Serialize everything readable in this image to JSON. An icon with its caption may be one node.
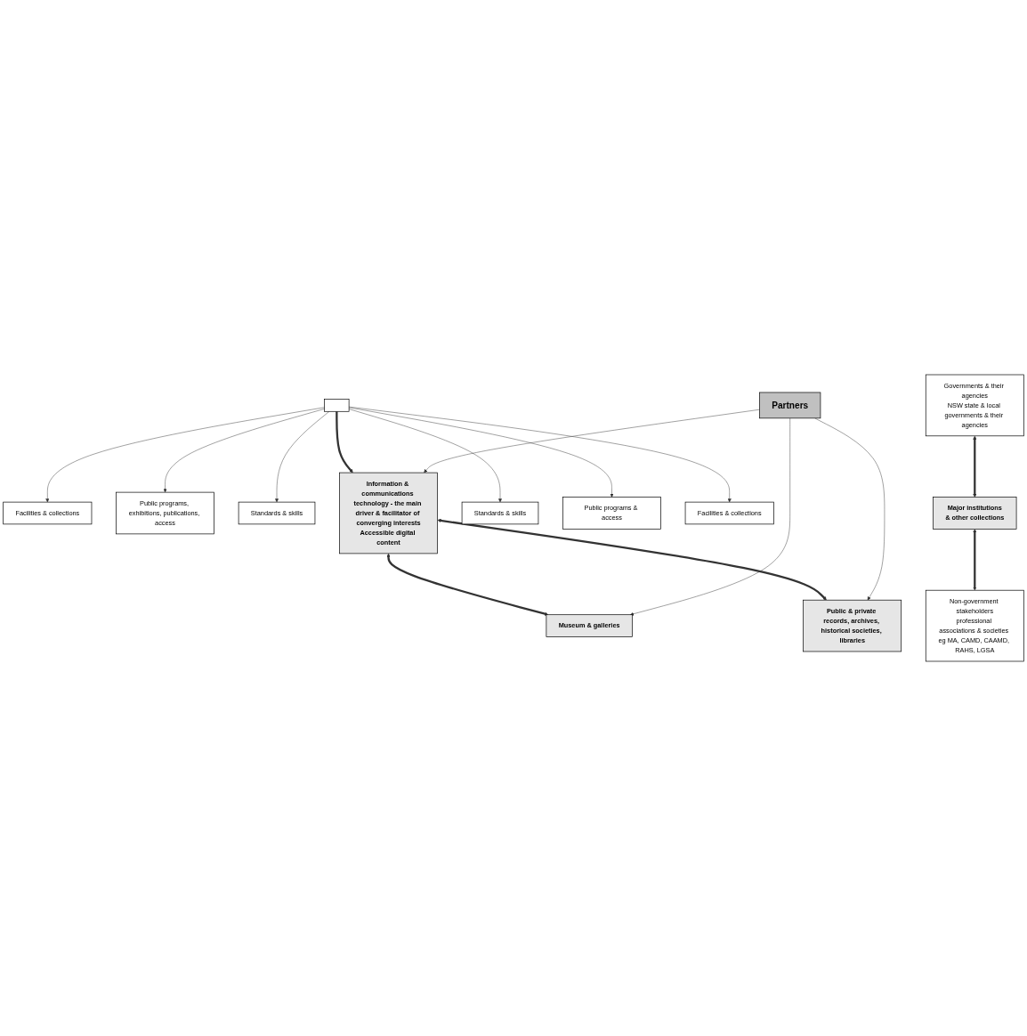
{
  "diagram": {
    "nodes": [
      {
        "text": [],
        "shape": "box"
      },
      {
        "text": [
          "Facilities & collections"
        ]
      },
      {
        "text": [
          "Public programs, exhibitions, publications, access"
        ]
      },
      {
        "text": [
          "Standards & skills"
        ]
      },
      {
        "text": [
          "Information & communications technology - the main driver & facilitator of converging interests",
          "Accessible digital content"
        ]
      },
      {
        "text": [
          "Standards & skills"
        ]
      },
      {
        "text": [
          "Public programs & access"
        ]
      },
      {
        "text": [
          "Facilities & collections"
        ]
      },
      {
        "text": [
          "Museum & galleries"
        ]
      },
      {
        "text": [
          "Public & private records, archives, historical societies, libraries"
        ]
      },
      {
        "text": [
          "Partners"
        ]
      },
      {
        "text": [
          "Governments & their agencies",
          "NSW state & local governments & their agencies"
        ]
      },
      {
        "text": [
          "Major institutions",
          "& other collections"
        ]
      },
      {
        "text": [
          "Non-government stakeholders",
          "professional associations & societies eg MA, CAMD, CAAMD, RAHS, LGSA"
        ]
      }
    ],
    "edges": [
      {
        "from": 0,
        "to": 1,
        "arrow": "to"
      },
      {
        "from": 0,
        "to": 2,
        "arrow": "to"
      },
      {
        "from": 0,
        "to": 3,
        "arrow": "to"
      },
      {
        "from": 0,
        "to": 4,
        "arrow": "to",
        "style": "thick"
      },
      {
        "from": 0,
        "to": 5,
        "arrow": "to"
      },
      {
        "from": 0,
        "to": 6,
        "arrow": "to"
      },
      {
        "from": 0,
        "to": 7,
        "arrow": "to"
      },
      {
        "from": 8,
        "to": 4,
        "arrow": "both",
        "style": "thick"
      },
      {
        "from": 4,
        "to": 9,
        "arrow": "both",
        "style": "thick"
      },
      {
        "from": 10,
        "to": 8,
        "arrow": "to"
      },
      {
        "from": 10,
        "to": 4,
        "arrow": "to"
      },
      {
        "from": 10,
        "to": 9,
        "arrow": "to"
      },
      {
        "from": 11,
        "to": 12,
        "arrow": "both",
        "style": "thick"
      },
      {
        "from": 12,
        "to": 13,
        "arrow": "both",
        "style": "thick"
      }
    ]
  }
}
